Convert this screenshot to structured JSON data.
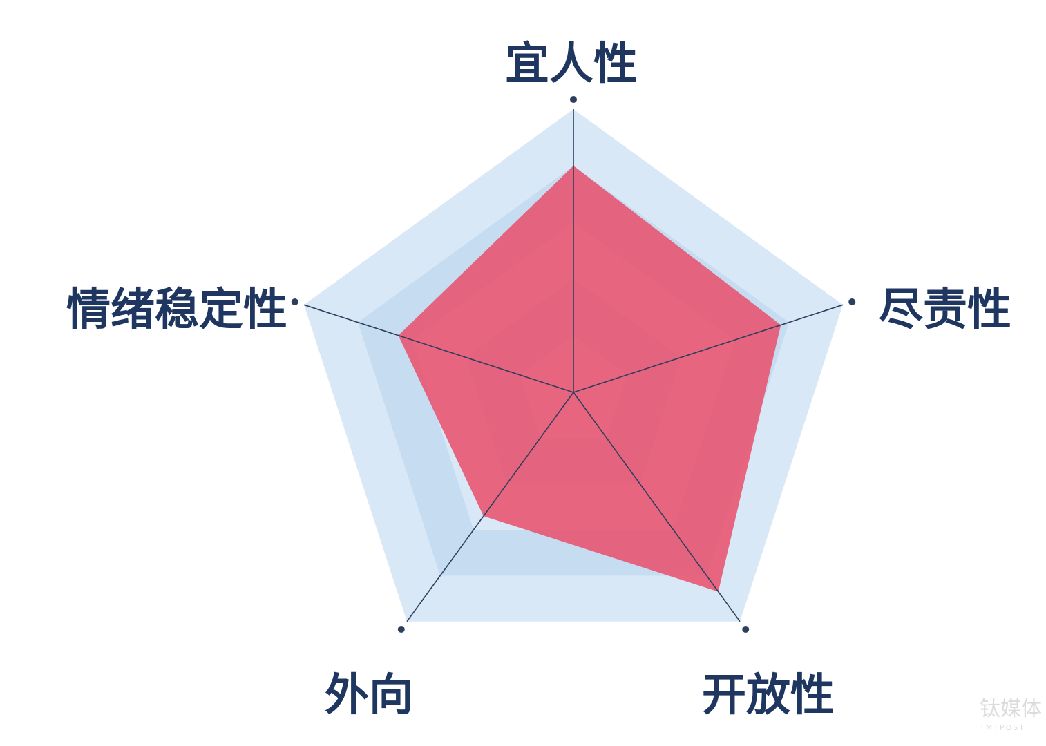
{
  "chart_data": {
    "type": "radar",
    "axes": [
      "宜人性",
      "尽责性",
      "开放性",
      "外向",
      "情绪稳定性"
    ],
    "series": [
      {
        "values": [
          0.8,
          0.77,
          0.87,
          0.54,
          0.65
        ]
      }
    ],
    "range": [
      0,
      1
    ],
    "levels": 5,
    "colors": {
      "label": "#1f3760",
      "axis": "#2d3f5c",
      "series_fill": "#e8526e",
      "ring_outer": "#d8e8f7",
      "ring_inner": "#c5dcf1"
    }
  },
  "watermark": {
    "cn": "钛媒体",
    "en": "TMTPOST"
  }
}
